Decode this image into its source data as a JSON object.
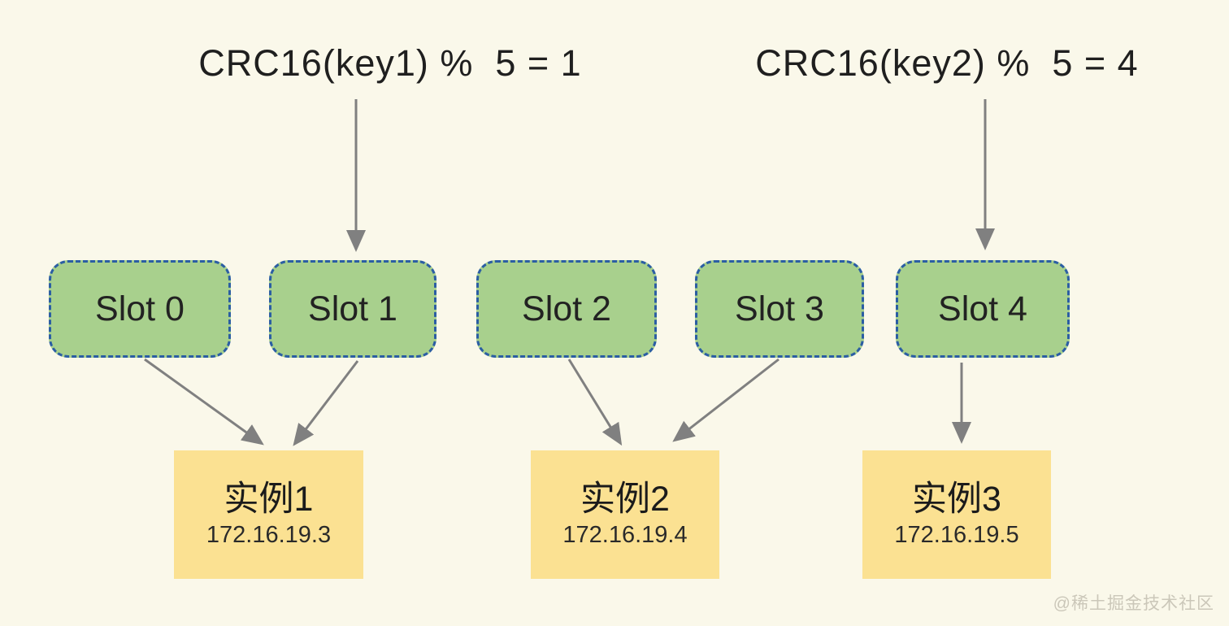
{
  "formulas": [
    {
      "id": "key1",
      "text": "CRC16(key1) %  5 = 1"
    },
    {
      "id": "key2",
      "text": "CRC16(key2) %  5 = 4"
    }
  ],
  "slots": [
    {
      "label": "Slot 0"
    },
    {
      "label": "Slot 1"
    },
    {
      "label": "Slot 2"
    },
    {
      "label": "Slot 3"
    },
    {
      "label": "Slot 4"
    }
  ],
  "instances": [
    {
      "name": "实例1",
      "ip": "172.16.19.3"
    },
    {
      "name": "实例2",
      "ip": "172.16.19.4"
    },
    {
      "name": "实例3",
      "ip": "172.16.19.5"
    }
  ],
  "edges": [
    {
      "from": "formula-key1",
      "to": "slot-1"
    },
    {
      "from": "formula-key2",
      "to": "slot-4"
    },
    {
      "from": "slot-0",
      "to": "instance-1"
    },
    {
      "from": "slot-1",
      "to": "instance-1"
    },
    {
      "from": "slot-2",
      "to": "instance-2"
    },
    {
      "from": "slot-3",
      "to": "instance-2"
    },
    {
      "from": "slot-4",
      "to": "instance-3"
    }
  ],
  "watermark": "@稀土掘金技术社区",
  "colors": {
    "background": "#FAF8EA",
    "slot_fill": "#A8D08D",
    "slot_border": "#2B5EA3",
    "instance_fill": "#FBE192",
    "arrow": "#808080",
    "text": "#1F1F1F",
    "watermark": "#CBC7B9"
  }
}
